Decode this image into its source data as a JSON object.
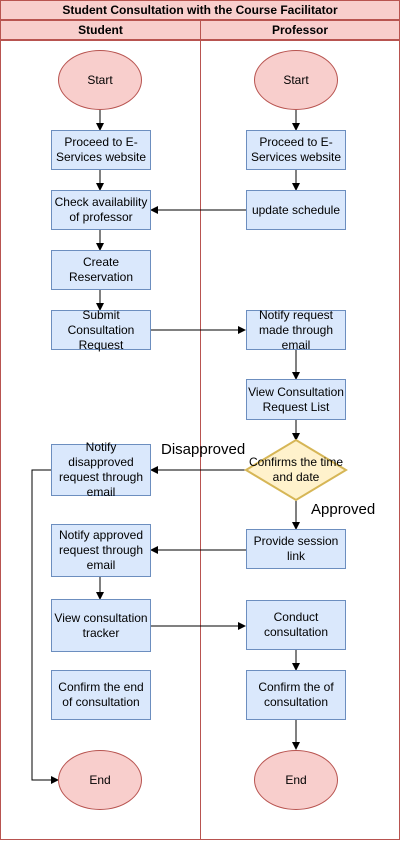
{
  "title": "Student Consultation with the Course Facilitator",
  "lanes": {
    "student": "Student",
    "professor": "Professor"
  },
  "student": {
    "start": "Start",
    "proceed": "Proceed to E-Services website",
    "check": "Check availability of professor",
    "create": "Create Reservation",
    "submit": "Submit Consultation Request",
    "notify_disapproved": "Notify disapproved request through email",
    "notify_approved": "Notify approved request through email",
    "view_tracker": "View consultation tracker",
    "confirm_end": "Confirm the end of consultation",
    "end": "End"
  },
  "professor": {
    "start": "Start",
    "proceed": "Proceed to E-Services website",
    "update": "update schedule",
    "notify_request": "Notify request made through email",
    "view_list": "View Consultation Request List",
    "decision": "Confirms the time and date",
    "session_link": "Provide session link",
    "conduct": "Conduct consultation",
    "confirm_of": "Confirm the of consultation",
    "end": "End"
  },
  "edge_labels": {
    "disapproved": "Disapproved",
    "approved": "Approved"
  },
  "colors": {
    "process_fill": "#dae8fc",
    "process_stroke": "#6c8ebf",
    "terminal_fill": "#f8cecc",
    "terminal_stroke": "#b85450",
    "decision_fill": "#fff2cc",
    "decision_stroke": "#d6b656"
  }
}
